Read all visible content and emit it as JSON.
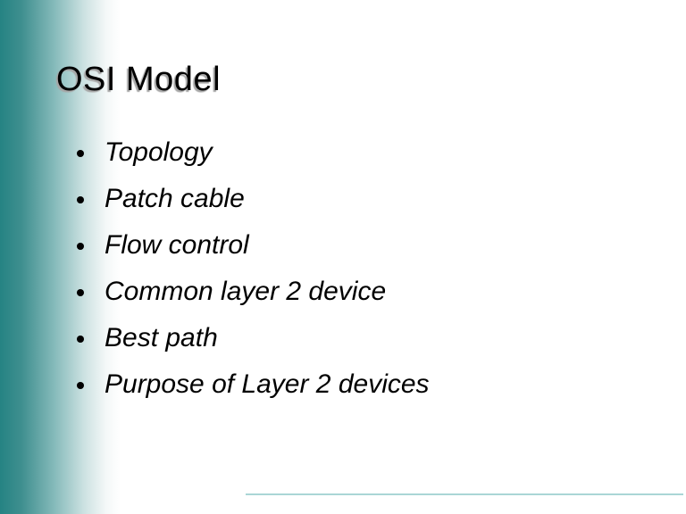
{
  "slide": {
    "title": "OSI Model",
    "bullets": [
      "Topology",
      "Patch cable",
      "Flow control",
      "Common layer 2 device",
      "Best path",
      "Purpose of Layer 2 devices"
    ]
  },
  "colors": {
    "accent_teal": "#258383",
    "divider_line": "#aad6d6",
    "title_shadow": "#a6a6a6",
    "text": "#000000",
    "background": "#ffffff"
  }
}
